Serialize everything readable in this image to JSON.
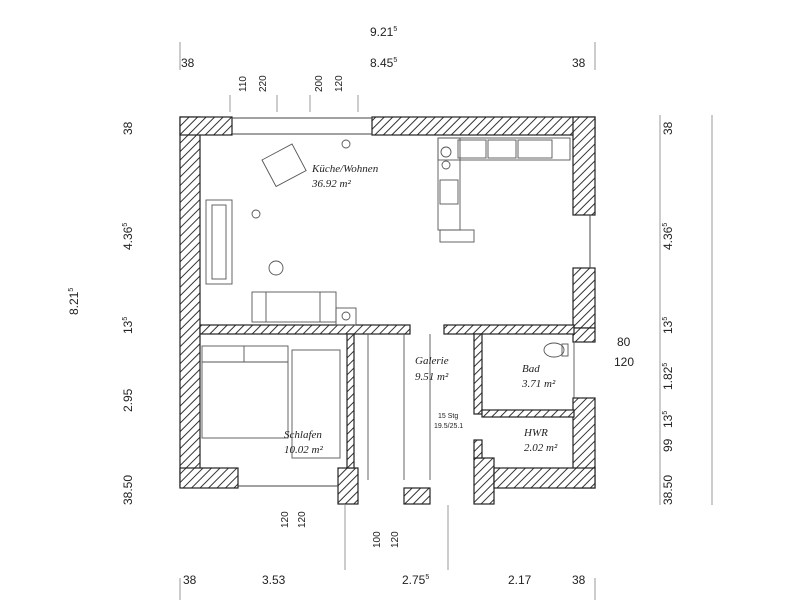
{
  "dimensions": {
    "top_total": {
      "main": "9.21",
      "sup": "5"
    },
    "top_inner": {
      "main": "8.45",
      "sup": "5"
    },
    "top_left_wall": "38",
    "top_right_wall": "38",
    "openings_top": [
      "110",
      "220",
      "200",
      "120"
    ],
    "left_total": {
      "main": "8.21",
      "sup": "5"
    },
    "left_segments": [
      {
        "main": "38",
        "sup": ""
      },
      {
        "main": "4.36",
        "sup": "5"
      },
      {
        "main": "13",
        "sup": "5"
      },
      {
        "main": "2.95",
        "sup": ""
      },
      {
        "main": "38.50",
        "sup": ""
      }
    ],
    "right_segments": [
      {
        "main": "38",
        "sup": ""
      },
      {
        "main": "4.36",
        "sup": "5"
      },
      {
        "main": "13",
        "sup": "5"
      },
      {
        "main": "1.82",
        "sup": "5"
      },
      {
        "main": "13",
        "sup": "5"
      },
      {
        "main": "99",
        "sup": ""
      },
      {
        "main": "38.50",
        "sup": ""
      }
    ],
    "right_window": [
      "80",
      "120"
    ],
    "bottom_openings_left": [
      "120",
      "120"
    ],
    "bottom_openings_center": [
      "100",
      "120"
    ],
    "bottom_segments": [
      {
        "main": "38",
        "sup": ""
      },
      {
        "main": "3.53",
        "sup": ""
      },
      {
        "main": "2.75",
        "sup": "5"
      },
      {
        "main": "2.17",
        "sup": ""
      },
      {
        "main": "38",
        "sup": ""
      }
    ]
  },
  "rooms": [
    {
      "name": "Küche/Wohnen",
      "area": "36.92 m²"
    },
    {
      "name": "Galerie",
      "area": "9.51 m²"
    },
    {
      "name": "Bad",
      "area": "3.71 m²"
    },
    {
      "name": "Schlafen",
      "area": "10.02 m²"
    },
    {
      "name": "HWR",
      "area": "2.02 m²"
    }
  ],
  "stair_note": [
    "15 Stg",
    "19.5/25.1"
  ]
}
